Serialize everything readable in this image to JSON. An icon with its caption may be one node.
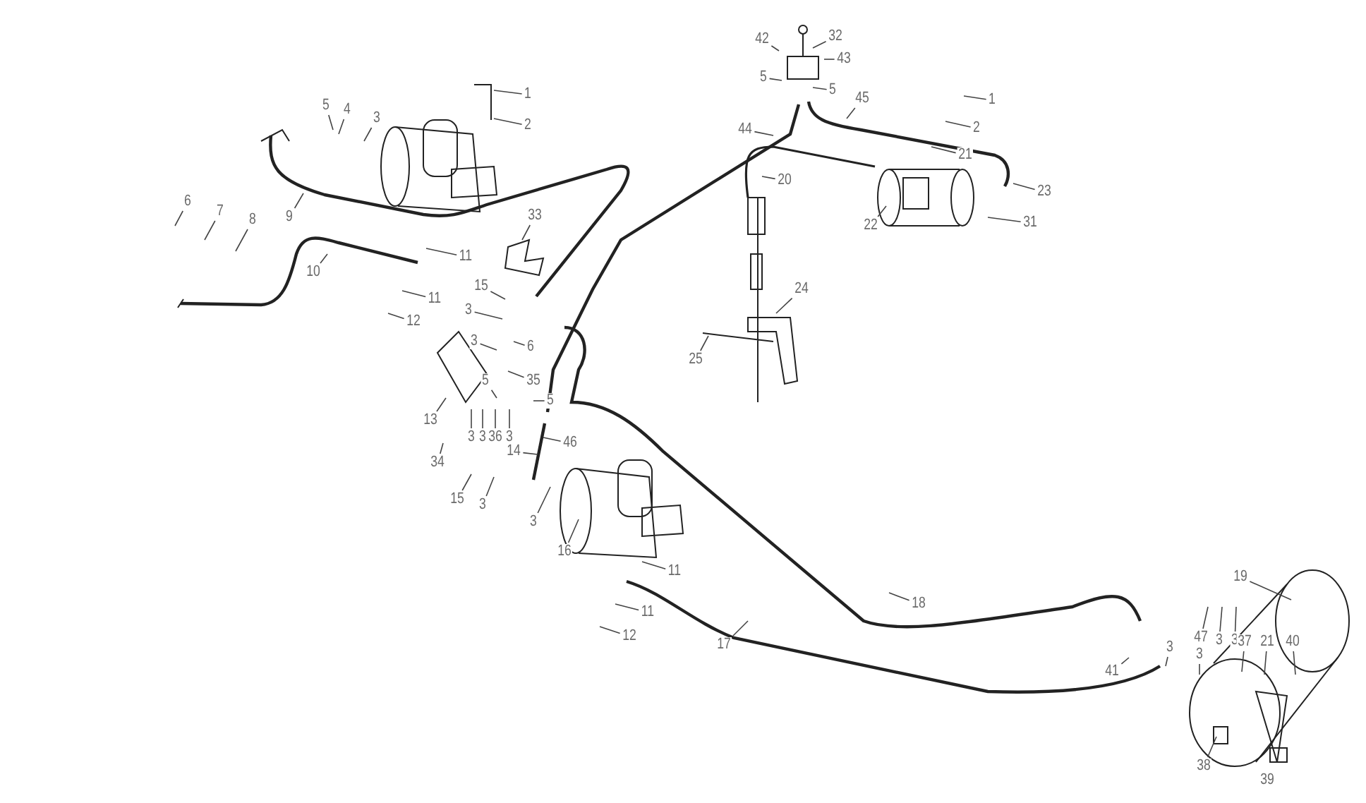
{
  "diagram": {
    "nodes": [
      {
        "text": [
          "42"
        ]
      },
      {
        "text": [
          "32"
        ]
      },
      {
        "text": [
          "43"
        ]
      },
      {
        "text": [
          "5"
        ]
      },
      {
        "text": [
          "5"
        ]
      },
      {
        "text": [
          "1"
        ]
      },
      {
        "text": [
          "45"
        ]
      },
      {
        "text": [
          "1"
        ]
      },
      {
        "text": [
          "5"
        ]
      },
      {
        "text": [
          "4"
        ]
      },
      {
        "text": [
          "3"
        ]
      },
      {
        "text": [
          "2"
        ]
      },
      {
        "text": [
          "2"
        ]
      },
      {
        "text": [
          "44"
        ]
      },
      {
        "text": [
          "21"
        ]
      },
      {
        "text": [
          "20"
        ]
      },
      {
        "text": [
          "23"
        ]
      },
      {
        "text": [
          "6"
        ]
      },
      {
        "text": [
          "7"
        ]
      },
      {
        "text": [
          "33"
        ]
      },
      {
        "text": [
          "9"
        ]
      },
      {
        "text": [
          "8"
        ]
      },
      {
        "text": [
          "31"
        ]
      },
      {
        "text": [
          "22"
        ]
      },
      {
        "text": [
          "11"
        ]
      },
      {
        "text": [
          "10"
        ]
      },
      {
        "text": [
          "15"
        ]
      },
      {
        "text": [
          "24"
        ]
      },
      {
        "text": [
          "11"
        ]
      },
      {
        "text": [
          "3"
        ]
      },
      {
        "text": [
          "12"
        ]
      },
      {
        "text": [
          "3"
        ]
      },
      {
        "text": [
          "6"
        ]
      },
      {
        "text": [
          "25"
        ]
      },
      {
        "text": [
          "35"
        ]
      },
      {
        "text": [
          "5"
        ]
      },
      {
        "text": [
          "5"
        ]
      },
      {
        "text": [
          "13"
        ]
      },
      {
        "text": [
          "46"
        ]
      },
      {
        "text": [
          "3"
        ]
      },
      {
        "text": [
          "3"
        ]
      },
      {
        "text": [
          "36"
        ]
      },
      {
        "text": [
          "3"
        ]
      },
      {
        "text": [
          "14"
        ]
      },
      {
        "text": [
          "34"
        ]
      },
      {
        "text": [
          "15"
        ]
      },
      {
        "text": [
          "3"
        ]
      },
      {
        "text": [
          "3"
        ]
      },
      {
        "text": [
          "16"
        ]
      },
      {
        "text": [
          "11"
        ]
      },
      {
        "text": [
          "19"
        ]
      },
      {
        "text": [
          "18"
        ]
      },
      {
        "text": [
          "11"
        ]
      },
      {
        "text": [
          "47"
        ]
      },
      {
        "text": [
          "3"
        ]
      },
      {
        "text": [
          "3"
        ]
      },
      {
        "text": [
          "12"
        ]
      },
      {
        "text": [
          "17"
        ]
      },
      {
        "text": [
          "3"
        ]
      },
      {
        "text": [
          "37"
        ]
      },
      {
        "text": [
          "21"
        ]
      },
      {
        "text": [
          "40"
        ]
      },
      {
        "text": [
          "3"
        ]
      },
      {
        "text": [
          "41"
        ]
      },
      {
        "text": [
          "38"
        ]
      },
      {
        "text": [
          "39"
        ]
      }
    ],
    "edges": [
      {
        "from": 0,
        "to": null,
        "arrow": "none"
      },
      {
        "from": 1,
        "to": null,
        "arrow": "none"
      },
      {
        "from": 2,
        "to": null,
        "arrow": "none"
      },
      {
        "from": 3,
        "to": null,
        "arrow": "none"
      },
      {
        "from": 4,
        "to": null,
        "arrow": "none"
      },
      {
        "from": 5,
        "to": null,
        "arrow": "none"
      },
      {
        "from": 6,
        "to": null,
        "arrow": "none"
      },
      {
        "from": 7,
        "to": null,
        "arrow": "none"
      },
      {
        "from": 8,
        "to": null,
        "arrow": "none"
      },
      {
        "from": 9,
        "to": null,
        "arrow": "none"
      },
      {
        "from": 10,
        "to": null,
        "arrow": "none"
      },
      {
        "from": 11,
        "to": null,
        "arrow": "none"
      },
      {
        "from": 12,
        "to": null,
        "arrow": "none"
      },
      {
        "from": 13,
        "to": null,
        "arrow": "none"
      },
      {
        "from": 14,
        "to": null,
        "arrow": "none"
      },
      {
        "from": 15,
        "to": null,
        "arrow": "none"
      },
      {
        "from": 16,
        "to": null,
        "arrow": "none"
      },
      {
        "from": 17,
        "to": null,
        "arrow": "none"
      },
      {
        "from": 18,
        "to": null,
        "arrow": "none"
      },
      {
        "from": 19,
        "to": null,
        "arrow": "none"
      },
      {
        "from": 20,
        "to": null,
        "arrow": "none"
      },
      {
        "from": 21,
        "to": null,
        "arrow": "none"
      },
      {
        "from": 22,
        "to": null,
        "arrow": "none"
      },
      {
        "from": 23,
        "to": null,
        "arrow": "none"
      },
      {
        "from": 24,
        "to": null,
        "arrow": "none"
      },
      {
        "from": 25,
        "to": null,
        "arrow": "none"
      },
      {
        "from": 26,
        "to": null,
        "arrow": "none"
      },
      {
        "from": 27,
        "to": null,
        "arrow": "none"
      },
      {
        "from": 28,
        "to": null,
        "arrow": "none"
      },
      {
        "from": 29,
        "to": null,
        "arrow": "none"
      },
      {
        "from": 30,
        "to": null,
        "arrow": "none"
      },
      {
        "from": 31,
        "to": null,
        "arrow": "none"
      },
      {
        "from": 32,
        "to": null,
        "arrow": "none"
      },
      {
        "from": 33,
        "to": null,
        "arrow": "none"
      },
      {
        "from": 34,
        "to": null,
        "arrow": "none"
      },
      {
        "from": 35,
        "to": null,
        "arrow": "none"
      },
      {
        "from": 36,
        "to": null,
        "arrow": "none"
      },
      {
        "from": 37,
        "to": null,
        "arrow": "none"
      },
      {
        "from": 38,
        "to": null,
        "arrow": "none"
      },
      {
        "from": 39,
        "to": null,
        "arrow": "none"
      },
      {
        "from": 40,
        "to": null,
        "arrow": "none"
      },
      {
        "from": 41,
        "to": null,
        "arrow": "none"
      },
      {
        "from": 42,
        "to": null,
        "arrow": "none"
      },
      {
        "from": 43,
        "to": null,
        "arrow": "none"
      },
      {
        "from": 44,
        "to": null,
        "arrow": "none"
      },
      {
        "from": 45,
        "to": null,
        "arrow": "none"
      },
      {
        "from": 46,
        "to": null,
        "arrow": "none"
      },
      {
        "from": 47,
        "to": null,
        "arrow": "none"
      },
      {
        "from": 48,
        "to": null,
        "arrow": "none"
      },
      {
        "from": 49,
        "to": null,
        "arrow": "none"
      },
      {
        "from": 50,
        "to": null,
        "arrow": "none"
      },
      {
        "from": 51,
        "to": null,
        "arrow": "none"
      },
      {
        "from": 52,
        "to": null,
        "arrow": "none"
      },
      {
        "from": 53,
        "to": null,
        "arrow": "none"
      },
      {
        "from": 54,
        "to": null,
        "arrow": "none"
      },
      {
        "from": 55,
        "to": null,
        "arrow": "none"
      },
      {
        "from": 56,
        "to": null,
        "arrow": "none"
      },
      {
        "from": 57,
        "to": null,
        "arrow": "none"
      },
      {
        "from": 58,
        "to": null,
        "arrow": "none"
      },
      {
        "from": 59,
        "to": null,
        "arrow": "none"
      },
      {
        "from": 60,
        "to": null,
        "arrow": "none"
      },
      {
        "from": 61,
        "to": null,
        "arrow": "none"
      },
      {
        "from": 62,
        "to": null,
        "arrow": "none"
      },
      {
        "from": 63,
        "to": null,
        "arrow": "none"
      },
      {
        "from": 64,
        "to": null,
        "arrow": "none"
      }
    ]
  }
}
